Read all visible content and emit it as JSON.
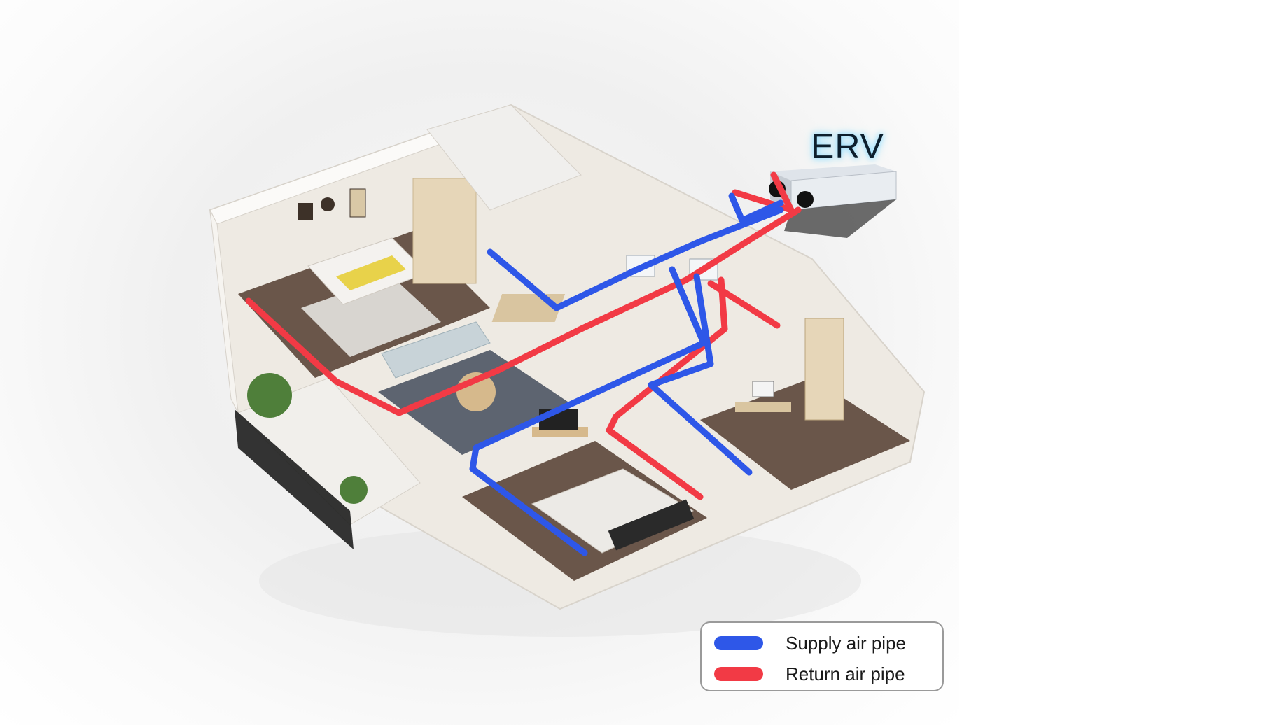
{
  "title": "ERV",
  "legend": {
    "items": [
      {
        "label": "Supply air pipe",
        "color": "#2e57e8"
      },
      {
        "label": "Return air pipe",
        "color": "#f23a45"
      }
    ]
  },
  "colors": {
    "supply": "#2e57e8",
    "return": "#f23a45",
    "wall": "#f4f2ee",
    "floor_wood": "#5e4b40",
    "floor_light": "#e9e4dc"
  }
}
